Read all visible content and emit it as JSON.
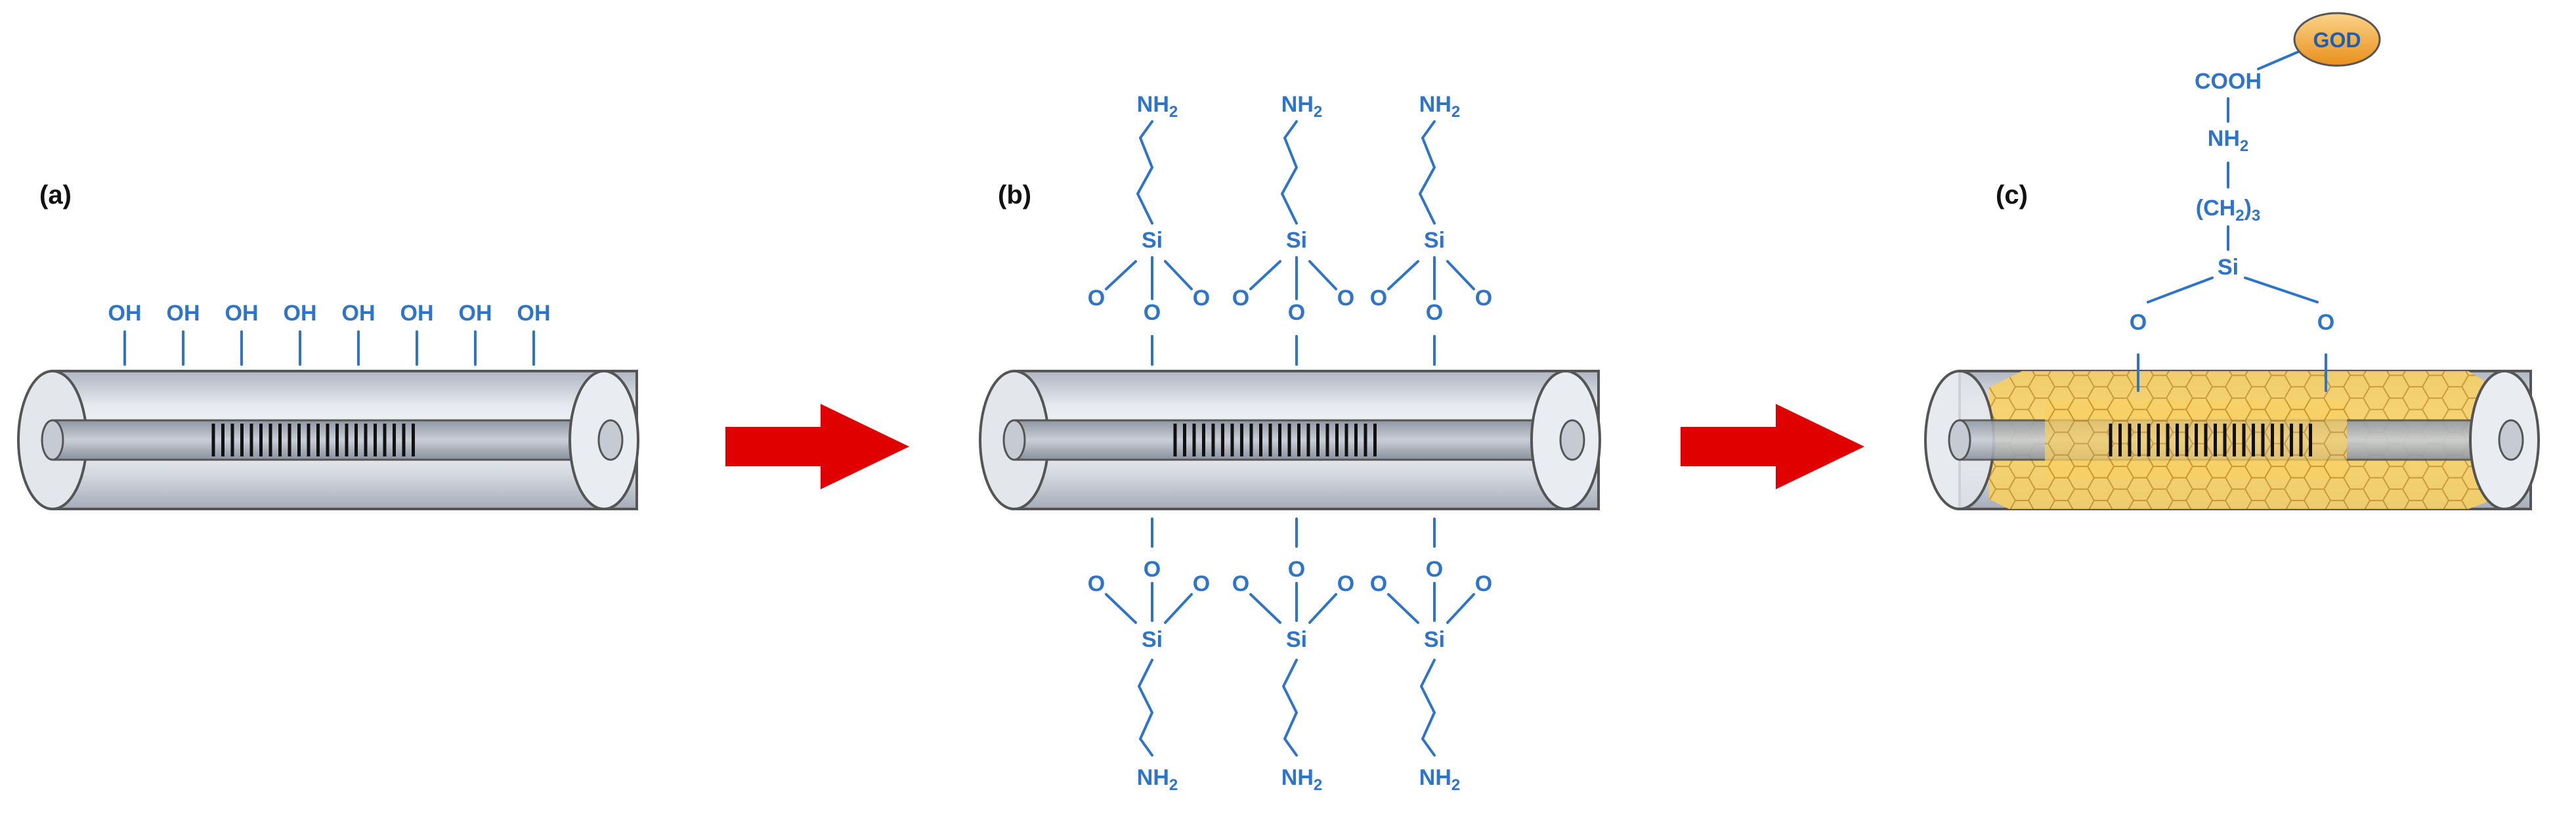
{
  "panels": [
    {
      "label": "(a)"
    },
    {
      "label": "(b)"
    },
    {
      "label": "(c)"
    }
  ],
  "chemistry": {
    "hydroxyl": "OH",
    "amine": "NH",
    "amine_subscript": "2",
    "oxygen": "O",
    "silicon": "Si",
    "carboxyl": "COOH",
    "methylene": "(CH",
    "methylene_close": ")",
    "methylene_subscript": "3",
    "methylene_inner_subscript": "2",
    "enzyme": "GOD"
  },
  "colors": {
    "chem_text": "#2e74c8",
    "arrow": "#e00000",
    "tube_fill": "#d8dde5",
    "tube_stroke": "#555555",
    "graphene": "#f5c64a",
    "enzyme_fill": "#f0a030"
  },
  "icons": {
    "arrow": "right-arrow",
    "fiber": "optical-fiber-tube",
    "grating": "fiber-bragg-grating",
    "coating": "graphene-hexagon-coating"
  }
}
